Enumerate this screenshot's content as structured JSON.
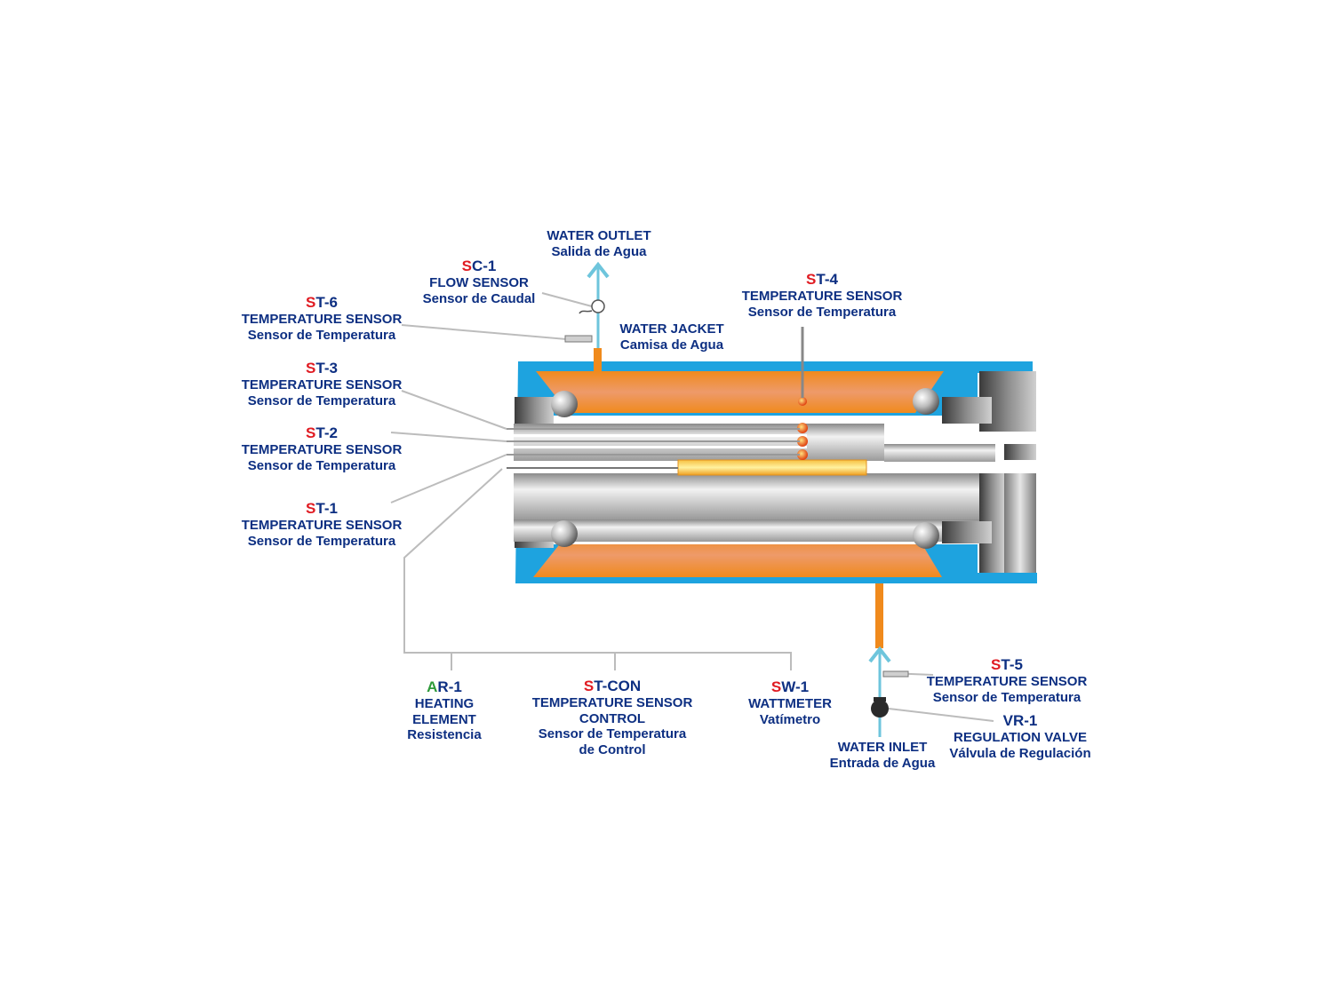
{
  "colors": {
    "label_text": "#0d2f82",
    "prefix_red": "#e01b22",
    "prefix_green": "#2e9a3a",
    "water_jacket": "#1ea3df",
    "heated_water": "#f39a2a",
    "steel": "#bdbdbd",
    "water_flow_arrow": "#6ec5dc"
  },
  "labels": {
    "water_outlet": {
      "title": "WATER OUTLET",
      "sub": "Salida de Agua"
    },
    "sc1": {
      "prefix": "S",
      "code_rest": "C-1",
      "title": "FLOW SENSOR",
      "sub": "Sensor de Caudal"
    },
    "st6": {
      "prefix": "S",
      "code_rest": "T-6",
      "title": "TEMPERATURE SENSOR",
      "sub": "Sensor de Temperatura"
    },
    "water_jacket": {
      "title": "WATER JACKET",
      "sub": "Camisa de Agua"
    },
    "st4": {
      "prefix": "S",
      "code_rest": "T-4",
      "title": "TEMPERATURE SENSOR",
      "sub": "Sensor de Temperatura"
    },
    "st3": {
      "prefix": "S",
      "code_rest": "T-3",
      "title": "TEMPERATURE SENSOR",
      "sub": "Sensor de Temperatura"
    },
    "st2": {
      "prefix": "S",
      "code_rest": "T-2",
      "title": "TEMPERATURE SENSOR",
      "sub": "Sensor de Temperatura"
    },
    "st1": {
      "prefix": "S",
      "code_rest": "T-1",
      "title": "TEMPERATURE SENSOR",
      "sub": "Sensor de Temperatura"
    },
    "ar1": {
      "prefix": "A",
      "code_rest": "R-1",
      "title1": "HEATING",
      "title2": "ELEMENT",
      "sub": "Resistencia"
    },
    "stcon": {
      "prefix": "S",
      "code_rest": "T-CON",
      "title1": "TEMPERATURE SENSOR",
      "title2": "CONTROL",
      "sub1": "Sensor de Temperatura",
      "sub2": "de Control"
    },
    "sw1": {
      "prefix": "S",
      "code_rest": "W-1",
      "title": "WATTMETER",
      "sub": "Vatímetro"
    },
    "st5": {
      "prefix": "S",
      "code_rest": "T-5",
      "title": "TEMPERATURE SENSOR",
      "sub": "Sensor de Temperatura"
    },
    "vr1": {
      "code": "VR-1",
      "title": "REGULATION VALVE",
      "sub": "Válvula de Regulación"
    },
    "water_inlet": {
      "title": "WATER INLET",
      "sub": "Entrada de Agua"
    }
  }
}
